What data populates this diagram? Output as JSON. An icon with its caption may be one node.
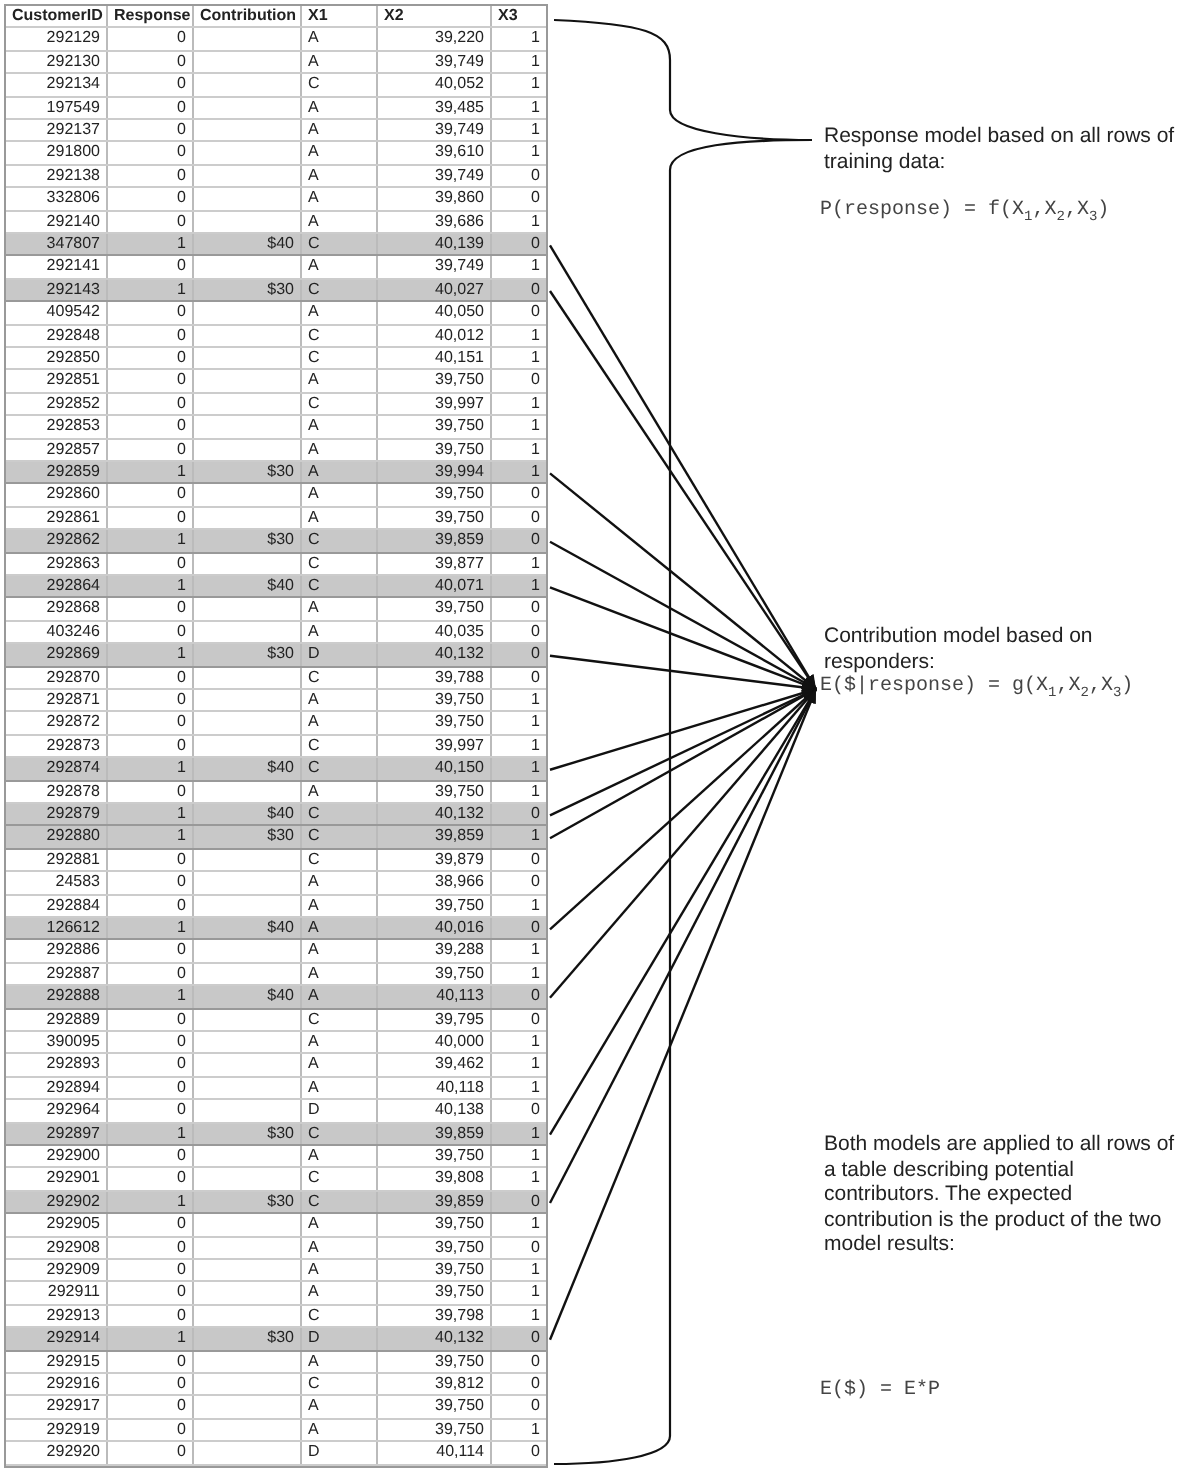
{
  "diagram": {
    "nodes": [
      {
        "text": [],
        "shape": "box"
      },
      {
        "text": [
          "CustomerID",
          "Response",
          "Contribution",
          "X1",
          "X2",
          "X3"
        ],
        "in": 0
      },
      {
        "text": [
          "292129",
          "0",
          "A",
          "39,220",
          "1"
        ],
        "in": 0
      },
      {
        "text": [
          "292130",
          "0",
          "A",
          "39,749",
          "1"
        ],
        "in": 0
      },
      {
        "text": [
          "292134",
          "0",
          "C",
          "40,052",
          "1"
        ],
        "in": 0
      },
      {
        "text": [
          "197549",
          "0",
          "A",
          "39,485",
          "1"
        ],
        "in": 0
      },
      {
        "text": [
          "292137",
          "0",
          "A",
          "39,749",
          "1"
        ],
        "in": 0
      },
      {
        "text": [
          "291800",
          "0",
          "A",
          "39,610",
          "1"
        ],
        "in": 0
      },
      {
        "text": [
          "292138",
          "0",
          "A",
          "39,749",
          "0"
        ],
        "in": 0
      },
      {
        "text": [
          "332806",
          "0",
          "A",
          "39,860",
          "0"
        ],
        "in": 0
      },
      {
        "text": [
          "292140",
          "0",
          "A",
          "39,686",
          "1"
        ],
        "in": 0
      },
      {
        "text": [
          "347807",
          "1",
          "$40",
          "C",
          "40,139",
          "0"
        ],
        "in": 0
      },
      {
        "text": [
          "292141",
          "0",
          "A",
          "39,749",
          "1"
        ],
        "in": 0
      },
      {
        "text": [
          "292143",
          "1",
          "$30",
          "C",
          "40,027",
          "0"
        ],
        "in": 0
      },
      {
        "text": [
          "409542",
          "0",
          "A",
          "40,050",
          "0"
        ],
        "in": 0
      },
      {
        "text": [
          "292848",
          "0",
          "C",
          "40,012",
          "1"
        ],
        "in": 0
      },
      {
        "text": [
          "292850",
          "0",
          "C",
          "40,151",
          "1"
        ],
        "in": 0
      },
      {
        "text": [
          "292851",
          "0",
          "A",
          "39,750",
          "0"
        ],
        "in": 0
      },
      {
        "text": [
          "292852",
          "0",
          "C",
          "39,997",
          "1"
        ],
        "in": 0
      },
      {
        "text": [
          "292853",
          "0",
          "A",
          "39,750",
          "1"
        ],
        "in": 0
      },
      {
        "text": [
          "292857",
          "0",
          "A",
          "39,750",
          "1"
        ],
        "in": 0
      },
      {
        "text": [
          "292859",
          "1",
          "$30",
          "A",
          "39,994",
          "1"
        ],
        "in": 0
      },
      {
        "text": [
          "292860",
          "0",
          "A",
          "39,750",
          "0"
        ],
        "in": 0
      },
      {
        "text": [
          "292861",
          "0",
          "A",
          "39,750",
          "0"
        ],
        "in": 0
      },
      {
        "text": [
          "292862",
          "1",
          "$30",
          "C",
          "39,859",
          "0"
        ],
        "in": 0
      },
      {
        "text": [
          "292863",
          "0",
          "C",
          "39,877",
          "1"
        ],
        "in": 0
      },
      {
        "text": [
          "292864",
          "1",
          "$40",
          "C",
          "40,071",
          "1"
        ],
        "in": 0
      },
      {
        "text": [
          "292868",
          "0",
          "A",
          "39,750",
          "0"
        ],
        "in": 0
      },
      {
        "text": [
          "403246",
          "0",
          "A",
          "40,035",
          "0"
        ],
        "in": 0
      },
      {
        "text": [
          "292869",
          "1",
          "$30",
          "D",
          "40,132",
          "0"
        ],
        "in": 0
      },
      {
        "text": [
          "292870",
          "0",
          "C",
          "39,788",
          "0"
        ],
        "in": 0
      },
      {
        "text": [
          "292871",
          "0",
          "A",
          "39,750",
          "1"
        ],
        "in": 0
      },
      {
        "text": [
          "292872",
          "0",
          "A",
          "39,750",
          "1"
        ],
        "in": 0
      },
      {
        "text": [
          "292873",
          "0",
          "C",
          "39,997",
          "1"
        ],
        "in": 0
      },
      {
        "text": [
          "292874",
          "1",
          "$40",
          "C",
          "40,150",
          "1"
        ],
        "in": 0
      },
      {
        "text": [
          "292878",
          "0",
          "A",
          "39,750",
          "1"
        ],
        "in": 0
      },
      {
        "text": [
          "292879",
          "1",
          "$40",
          "C",
          "40,132",
          "0"
        ],
        "in": 0
      },
      {
        "text": [
          "292880",
          "1",
          "$30",
          "C",
          "39,859",
          "1"
        ],
        "in": 0
      },
      {
        "text": [
          "292881",
          "0",
          "C",
          "39,879",
          "0"
        ],
        "in": 0
      },
      {
        "text": [
          "24583",
          "0",
          "A",
          "38,966",
          "0"
        ],
        "in": 0
      },
      {
        "text": [
          "292884",
          "0",
          "A",
          "39,750",
          "1"
        ],
        "in": 0
      },
      {
        "text": [
          "126612",
          "1",
          "$40",
          "A",
          "40,016",
          "0"
        ],
        "in": 0
      },
      {
        "text": [
          "292886",
          "0",
          "A",
          "39,288",
          "1"
        ],
        "in": 0
      },
      {
        "text": [
          "292887",
          "0",
          "A",
          "39,750",
          "1"
        ],
        "in": 0
      },
      {
        "text": [
          "292888",
          "1",
          "$40",
          "A",
          "40,113",
          "0"
        ],
        "in": 0
      },
      {
        "text": [
          "292889",
          "0",
          "C",
          "39,795",
          "0"
        ],
        "in": 0
      },
      {
        "text": [
          "390095",
          "0",
          "A",
          "40,000",
          "1"
        ],
        "in": 0
      },
      {
        "text": [
          "292893",
          "0",
          "A",
          "39,462",
          "1"
        ],
        "in": 0
      },
      {
        "text": [
          "292894",
          "0",
          "A",
          "40,118",
          "1"
        ],
        "in": 0
      },
      {
        "text": [
          "292964",
          "0",
          "D",
          "40,138",
          "0"
        ],
        "in": 0
      },
      {
        "text": [
          "292897",
          "1",
          "$30",
          "C",
          "39,859",
          "1"
        ],
        "in": 0
      },
      {
        "text": [
          "292900",
          "0",
          "A",
          "39,750",
          "1"
        ],
        "in": 0
      },
      {
        "text": [
          "292901",
          "0",
          "C",
          "39,808",
          "1"
        ],
        "in": 0
      },
      {
        "text": [
          "292902",
          "1",
          "$30",
          "C",
          "39,859",
          "0"
        ],
        "in": 0
      },
      {
        "text": [
          "292905",
          "0",
          "A",
          "39,750",
          "1"
        ],
        "in": 0
      },
      {
        "text": [
          "292908",
          "0",
          "A",
          "39,750",
          "0"
        ],
        "in": 0
      },
      {
        "text": [
          "292909",
          "0",
          "A",
          "39,750",
          "1"
        ],
        "in": 0
      },
      {
        "text": [
          "292911",
          "0",
          "A",
          "39,750",
          "1"
        ],
        "in": 0
      },
      {
        "text": [
          "292913",
          "0",
          "C",
          "39,798",
          "1"
        ],
        "in": 0
      },
      {
        "text": [
          "292914",
          "1",
          "$30",
          "D",
          "40,132",
          "0"
        ],
        "in": 0
      },
      {
        "text": [
          "292915",
          "0",
          "A",
          "39,750",
          "0"
        ],
        "in": 0
      },
      {
        "text": [
          "292916",
          "0",
          "C",
          "39,812",
          "0"
        ],
        "in": 0
      },
      {
        "text": [
          "292917",
          "0",
          "A",
          "39,750",
          "0"
        ],
        "in": 0
      },
      {
        "text": [
          "292919",
          "0",
          "A",
          "39,750",
          "1"
        ],
        "in": 0
      },
      {
        "text": [
          "292920",
          "0",
          "D",
          "40,114",
          "0"
        ],
        "in": 0
      },
      {
        "text": [
          "Contribution model based on responders:",
          "E($|response) = g(X$_{1}$,X$_{2}$,X$_{3}$)"
        ]
      }
    ],
    "edges": [
      {
        "from": 11,
        "to": 65,
        "arrow": "to"
      },
      {
        "from": 13,
        "to": 65,
        "arrow": "to"
      },
      {
        "from": 21,
        "to": 65,
        "arrow": "to"
      },
      {
        "from": 24,
        "to": 65,
        "arrow": "to"
      },
      {
        "from": 26,
        "to": 65,
        "arrow": "to"
      },
      {
        "from": 29,
        "to": 65,
        "arrow": "to"
      },
      {
        "from": 34,
        "to": 65,
        "arrow": "to"
      },
      {
        "from": 36,
        "to": 65,
        "arrow": "to"
      },
      {
        "from": 37,
        "to": 65,
        "arrow": "to"
      },
      {
        "from": 41,
        "to": 65,
        "arrow": "to"
      },
      {
        "from": 44,
        "to": 65,
        "arrow": "to"
      },
      {
        "from": 50,
        "to": 65,
        "arrow": "to"
      },
      {
        "from": 53,
        "to": 65,
        "arrow": "to"
      },
      {
        "from": 59,
        "to": 65,
        "arrow": "to"
      }
    ],
    "labels": [
      "Response model based on all rows of training data:",
      "P(response) = f(X$_{1}$,X$_{2}$,X$_{3}$)",
      "Both models are applied to all rows of a table describing potential contributors. The expected contribution is the product of the two model results:",
      "E($) = E*P"
    ]
  }
}
